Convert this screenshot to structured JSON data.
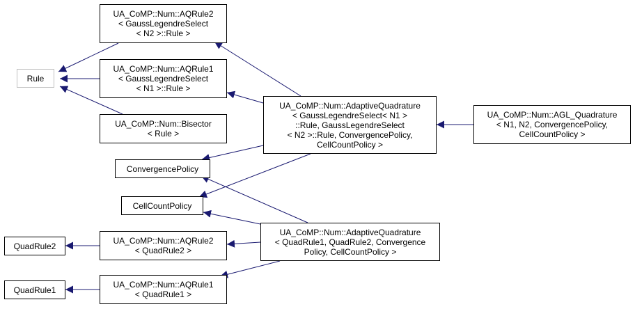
{
  "colors": {
    "edge": "#191970",
    "node_border": "#000000",
    "muted_border": "#bfbfbf",
    "background": "#ffffff"
  },
  "nodes": {
    "rule": {
      "lines": [
        "Rule"
      ]
    },
    "aqrule2_gauss": {
      "lines": [
        "UA_CoMP::Num::AQRule2",
        "< GaussLegendreSelect",
        "< N2 >::Rule >"
      ]
    },
    "aqrule1_gauss": {
      "lines": [
        "UA_CoMP::Num::AQRule1",
        "< GaussLegendreSelect",
        "< N1 >::Rule >"
      ]
    },
    "bisector": {
      "lines": [
        "UA_CoMP::Num::Bisector",
        "< Rule >"
      ]
    },
    "convergence_policy": {
      "lines": [
        "ConvergencePolicy"
      ]
    },
    "cellcount_policy": {
      "lines": [
        "CellCountPolicy"
      ]
    },
    "adaptive_gauss": {
      "lines": [
        "UA_CoMP::Num::AdaptiveQuadrature",
        "< GaussLegendreSelect< N1 >",
        "::Rule, GaussLegendreSelect",
        "< N2 >::Rule, ConvergencePolicy,",
        "CellCountPolicy >"
      ]
    },
    "agl_quadrature": {
      "lines": [
        "UA_CoMP::Num::AGL_Quadrature",
        "< N1, N2, ConvergencePolicy,",
        "CellCountPolicy >"
      ]
    },
    "quadrule2": {
      "lines": [
        "QuadRule2"
      ]
    },
    "aqrule2_quad": {
      "lines": [
        "UA_CoMP::Num::AQRule2",
        "< QuadRule2 >"
      ]
    },
    "adaptive_quad": {
      "lines": [
        "UA_CoMP::Num::AdaptiveQuadrature",
        "< QuadRule1, QuadRule2, Convergence",
        "Policy, CellCountPolicy >"
      ]
    },
    "quadrule1": {
      "lines": [
        "QuadRule1"
      ]
    },
    "aqrule1_quad": {
      "lines": [
        "UA_CoMP::Num::AQRule1",
        "< QuadRule1 >"
      ]
    }
  }
}
